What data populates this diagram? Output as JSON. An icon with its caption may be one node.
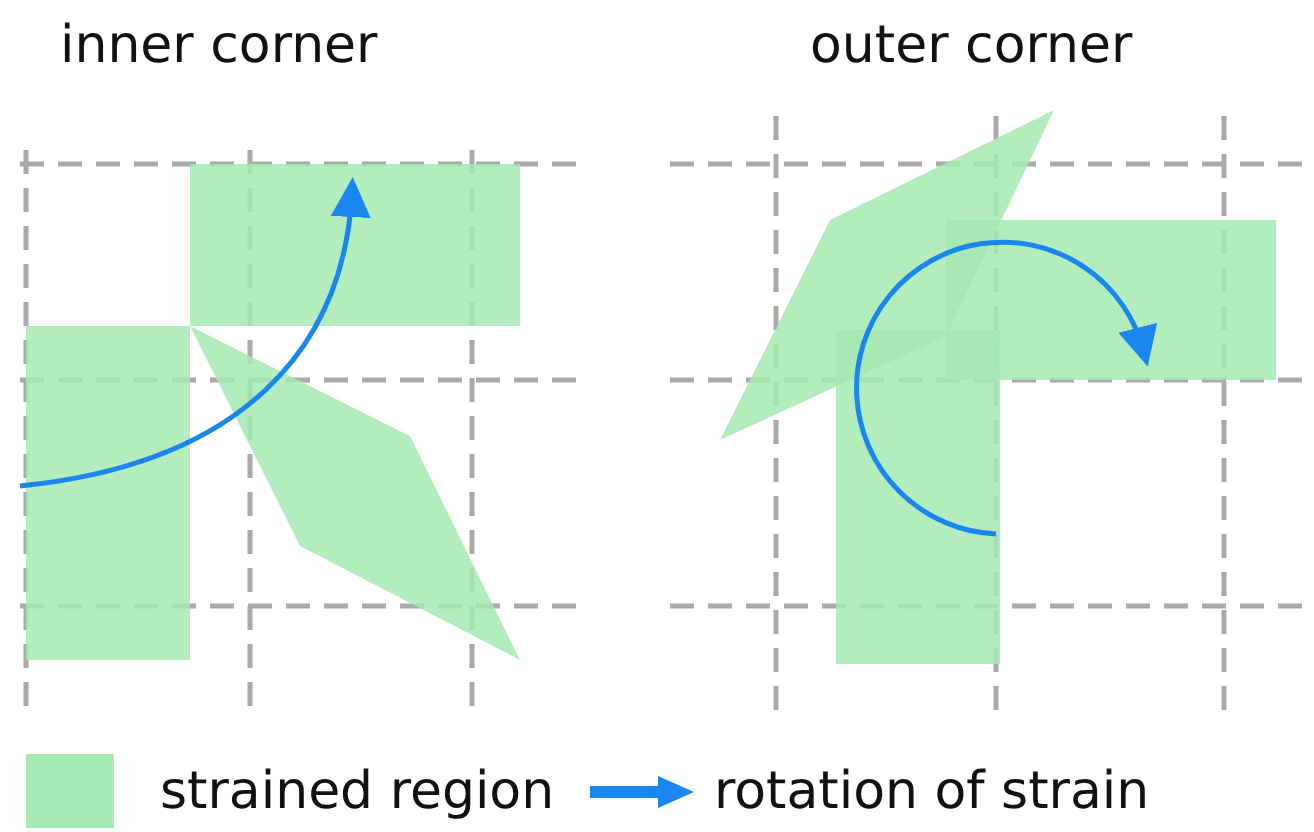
{
  "diagram": {
    "labels": [
      "inner corner",
      "outer corner"
    ],
    "legend": [
      {
        "text": "strained region",
        "color": "#a6e9b2"
      },
      {
        "text": "rotation of strain"
      }
    ]
  }
}
